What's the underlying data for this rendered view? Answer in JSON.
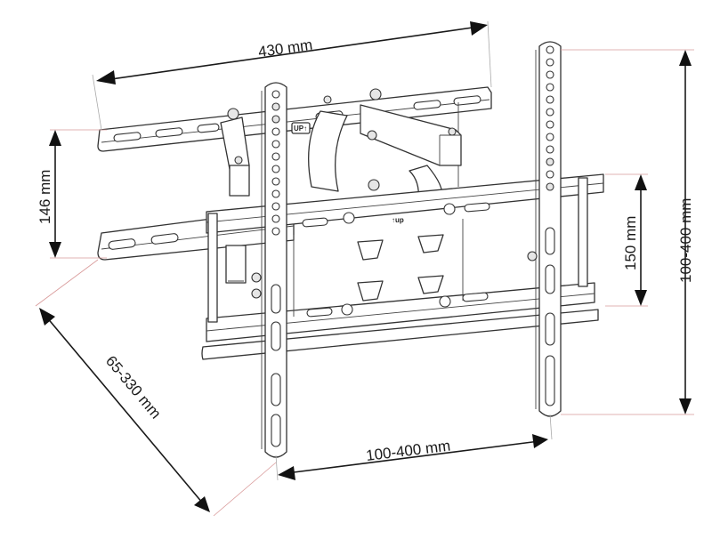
{
  "diagram": {
    "subject": "Full-motion TV wall mount bracket with articulating arm",
    "dimensions": {
      "wall_plate_width": {
        "label": "430 mm"
      },
      "wall_plate_height": {
        "label": "146 mm"
      },
      "wall_distance": {
        "label": "65-330 mm"
      },
      "tv_plate_height": {
        "label": "150 mm"
      },
      "vesa_vertical": {
        "label": "100-400 mm"
      },
      "vesa_horizontal": {
        "label": "100-400 mm"
      }
    },
    "part_markings": {
      "wall_plate_up": "UP↑",
      "tv_plate_up": "↑up"
    },
    "colors": {
      "line": "#333333",
      "dimension_line": "#1a1a1a",
      "extension_line": "#d99a9a",
      "background": "#ffffff"
    }
  }
}
